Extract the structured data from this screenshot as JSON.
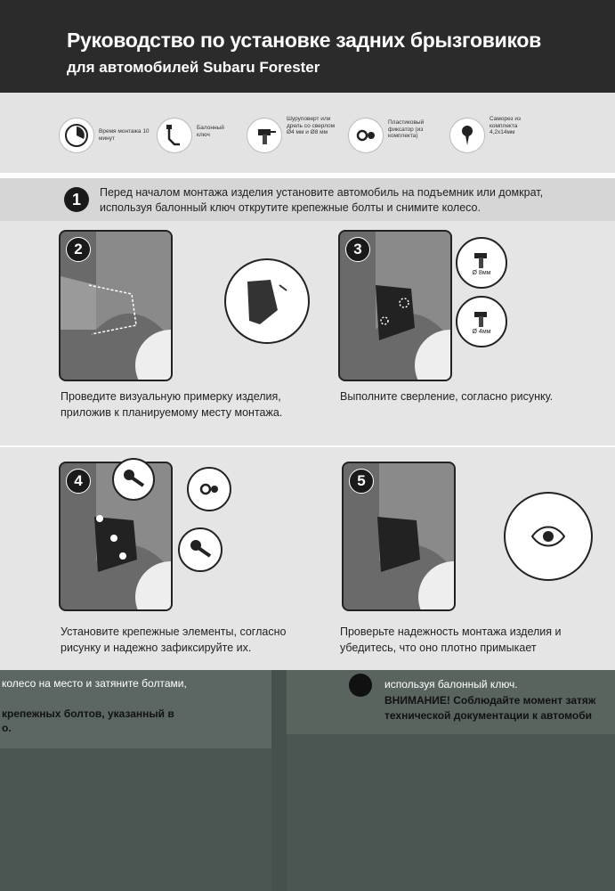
{
  "header": {
    "title": "Руководство по установке задних брызговиков",
    "subtitle": "для автомобилей Subaru Forester"
  },
  "tools": [
    {
      "icon": "clock-icon",
      "label": "Время монтажа 10 минут"
    },
    {
      "icon": "wrench-icon",
      "label": "Балонный ключ"
    },
    {
      "icon": "drill-icon",
      "label": "Шуруповерт или дрель со сверлом Ø4 мм и Ø8 мм"
    },
    {
      "icon": "clip-icon",
      "label": "Пластиковый фиксатор (из комплекта)"
    },
    {
      "icon": "screw-icon",
      "label": "Саморез из комплекта 4,2х14мм"
    }
  ],
  "steps": [
    {
      "number": "1",
      "text": "Перед началом монтажа изделия установите автомобиль  на подъемник или домкрат, используя балонный ключ открутите крепежные болты и снимите колесо."
    },
    {
      "number": "2",
      "text": "Проведите визуальную примерку изделия, приложив к планируемому месту монтажа."
    },
    {
      "number": "3",
      "text": "Выполните сверление, согласно рисунку.",
      "callouts": [
        "Ø 8мм",
        "Ø 4мм"
      ]
    },
    {
      "number": "4",
      "text": "Установите крепежные элементы, согласно рисунку и надежно зафиксируйте их."
    },
    {
      "number": "5",
      "text": "Проверьте надежность монтажа изделия и убедитесь, что оно плотно примыкает"
    }
  ],
  "footer": {
    "left_line1": "колесо на место и затяните болтами,",
    "left_line2": "крепежных болтов, указанный в",
    "left_line3": "о.",
    "right_line1": "используя балонный ключ.",
    "right_line2": "ВНИМАНИЕ! Соблюдайте момент затяж",
    "right_line3": "технической документации к автомоби"
  },
  "colors": {
    "header_bg": "#2b2b2b",
    "panel_bg": "#e5e5e5",
    "band_bg": "#4b5551"
  }
}
